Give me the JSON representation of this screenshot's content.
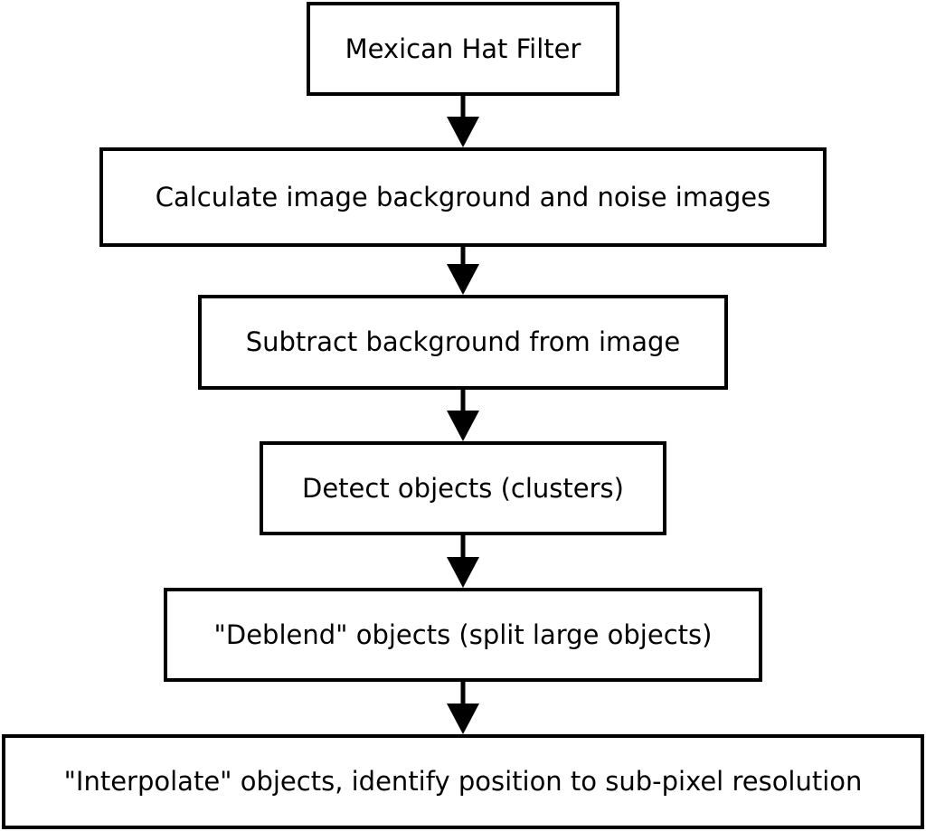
{
  "steps": [
    "Mexican Hat Filter",
    "Calculate image background and noise images",
    "Subtract background from image",
    "Detect objects (clusters)",
    "\"Deblend\" objects (split large objects)",
    "\"Interpolate\" objects, identify position to sub-pixel resolution"
  ]
}
